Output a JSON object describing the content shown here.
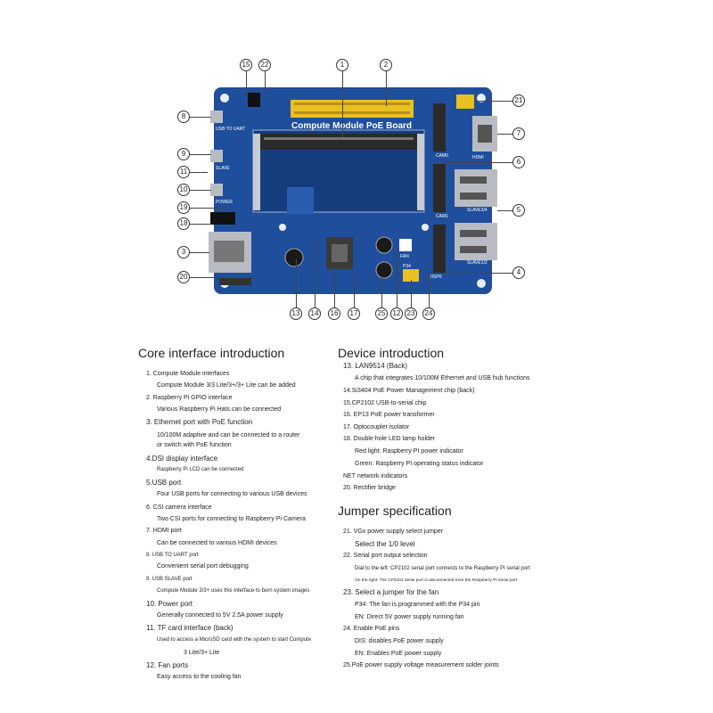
{
  "board": {
    "title": "Compute Module PoE Board",
    "labels": {
      "usb_to_uart": "USB TO UART",
      "slave": "SLAVE",
      "power": "POWER",
      "hdmi": "HDMI",
      "slave34": "SLAVE3/4",
      "slave12": "SLAVE1/2",
      "cam0": "CAM0",
      "cam1": "CAM1",
      "fan": "FAN",
      "p34": "P34",
      "disp0": "DISP0"
    },
    "callouts": [
      "1",
      "2",
      "3",
      "4",
      "5",
      "6",
      "7",
      "8",
      "9",
      "10",
      "11",
      "12",
      "13",
      "14",
      "15",
      "16",
      "17",
      "18",
      "19",
      "20",
      "21",
      "22",
      "23",
      "24",
      "25"
    ]
  },
  "core": {
    "heading": "Core interface introduction",
    "items": [
      {
        "title": "1. Compute Module interfaces",
        "desc": [
          "Compute Module 3/3 Lite/3+/3+ Lite can be added"
        ]
      },
      {
        "title": "2. Raspberry Pi GPIO interface",
        "desc": [
          "Various Raspberry Pi Hats can be connected"
        ]
      },
      {
        "title": "3. Ethernet port with PoE function",
        "desc": [
          "10/100M adaptive and can be connected to a router",
          "or switch with PoE function"
        ]
      },
      {
        "title": "4.DSI display interface",
        "desc": [
          "Raspberry Pi LCD can be connected"
        ]
      },
      {
        "title": "5.USB port",
        "desc": [
          "Four USB ports for connecting to various USB devices"
        ]
      },
      {
        "title": "6. CSI camera interface",
        "desc": [
          "Two CSI ports for connecting to Raspberry Pi Camera"
        ]
      },
      {
        "title": "7. HDMI port",
        "desc": [
          "Can be connected to various HDMI devices"
        ]
      },
      {
        "title": "8. USB TO UART port",
        "desc": [
          "Convenient serial port debugging"
        ]
      },
      {
        "title": "9. USB SLAVE port",
        "desc": [
          "Compute Module 3/3+ uses this interface to burn system images"
        ]
      },
      {
        "title": "10. Power port",
        "desc": [
          "Generally connected to 5V 2.5A power supply"
        ]
      },
      {
        "title": "11. TF card interface (back)",
        "desc": [
          "Used to access a MicroSD card with the system to start Compute",
          "3 Lite/3+ Lite"
        ]
      },
      {
        "title": "12. Fan ports",
        "desc": [
          "Easy access to the cooling fan"
        ]
      }
    ]
  },
  "device": {
    "heading": "Device introduction",
    "lines": [
      "13. LAN9514 (Back)",
      "A chip that integrates 10/100M Ethernet and USB hub functions",
      "14.Si3404 PoE Power Management chip (back)",
      "15.CP2102 USB-to-serial chip",
      "16. EP13 PoE power transformer",
      "17. Optocoupler isolator",
      "18. Double hole LED lamp holder",
      "Red light: Raspberry PI power indicator",
      "Green: Raspberry PI operating status indicator",
      "NET network indicators",
      "20. Rectifier bridge"
    ]
  },
  "jumper": {
    "heading": "Jumper specification",
    "lines": [
      "21. VGx power supply select jumper",
      "Select the 1/0 level",
      "22. Serial port output selection",
      "Dial to the left: CP2102 serial port connects to the Raspberry PI serial port",
      "On the right: The CP2102 serial port is disconnected from the Raspberry PI serial port",
      "23. Select a jumper for the fan",
      "P34: The fan is programmed with the P34 pin",
      "EN: Direct 5V power supply running fan",
      "24. Enable PoE pins",
      "DIS: disables PoE power supply",
      "EN: Enables PoE power supply",
      "25.PoE power supply voltage measurement solder joints"
    ]
  },
  "colors": {
    "pcb": "#1f4e9c",
    "pcb_dark": "#163d7d",
    "gpio": "#e8c021",
    "metal": "#b8bcc2"
  }
}
